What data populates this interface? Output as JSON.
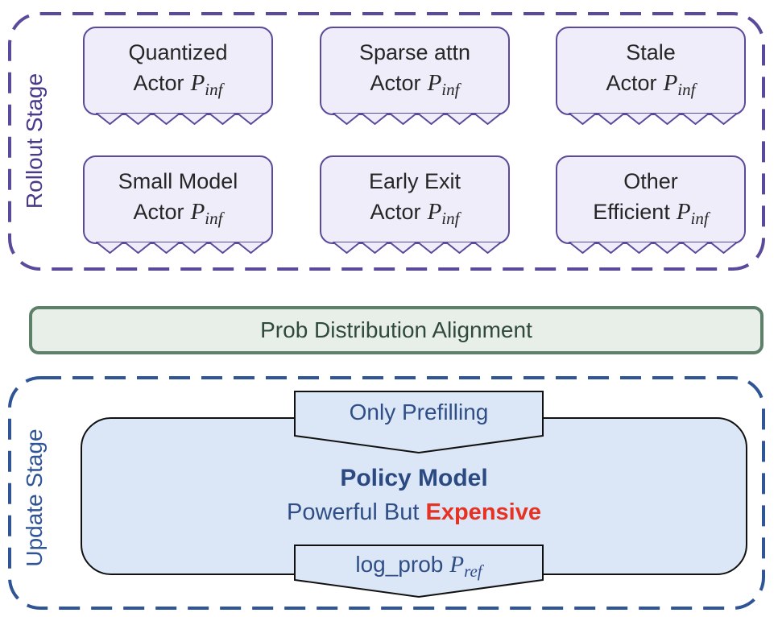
{
  "rollout_stage": {
    "label": "Rollout Stage",
    "actors": [
      {
        "line1": "Quantized",
        "line2_prefix": "Actor",
        "symbol": "P",
        "subscript": "inf"
      },
      {
        "line1": "Sparse attn",
        "line2_prefix": "Actor",
        "symbol": "P",
        "subscript": "inf"
      },
      {
        "line1": "Stale",
        "line2_prefix": "Actor",
        "symbol": "P",
        "subscript": "inf"
      },
      {
        "line1": "Small Model",
        "line2_prefix": "Actor",
        "symbol": "P",
        "subscript": "inf"
      },
      {
        "line1": "Early Exit",
        "line2_prefix": "Actor",
        "symbol": "P",
        "subscript": "inf"
      },
      {
        "line1": "Other",
        "line2_prefix": "Efficient",
        "symbol": "P",
        "subscript": "inf"
      }
    ]
  },
  "alignment": {
    "label": "Prob Distribution Alignment"
  },
  "update_stage": {
    "label": "Update Stage",
    "top_arrow": "Only Prefilling",
    "policy_title": "Policy Model",
    "policy_sub_prefix": "Powerful But",
    "policy_sub_highlight": "Expensive",
    "bottom_arrow_prefix": "log_prob",
    "bottom_arrow_symbol": "P",
    "bottom_arrow_subscript": "ref"
  },
  "colors": {
    "rollout_border": "#5b4a9b",
    "actor_fill": "#efedfa",
    "alignment_border": "#5e806a",
    "alignment_fill": "#e8efe9",
    "update_border": "#2f5597",
    "policy_fill": "#dbe6f6",
    "highlight": "#e53223"
  }
}
